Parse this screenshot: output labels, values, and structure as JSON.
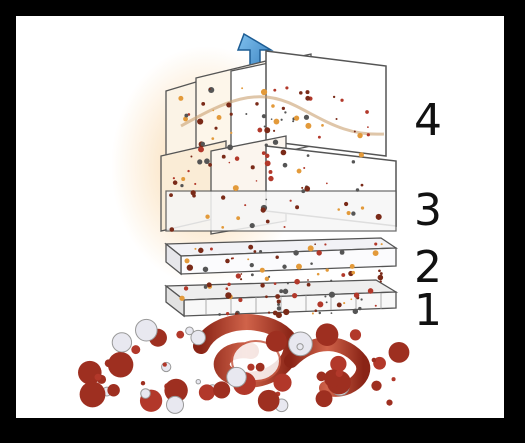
{
  "diagram": {
    "stages": [
      {
        "number": "4"
      },
      {
        "number": "3"
      },
      {
        "number": "2"
      },
      {
        "number": "1"
      }
    ],
    "colors": {
      "background": "#000000",
      "panel": "#ffffff",
      "arrow": "#3f8fd0",
      "particle_dark": "#7a2a18",
      "particle_red": "#b2382a",
      "particle_orange": "#e39a3a",
      "bubble": "#e8e8f0"
    },
    "icons": [
      "up-arrow-icon"
    ]
  }
}
